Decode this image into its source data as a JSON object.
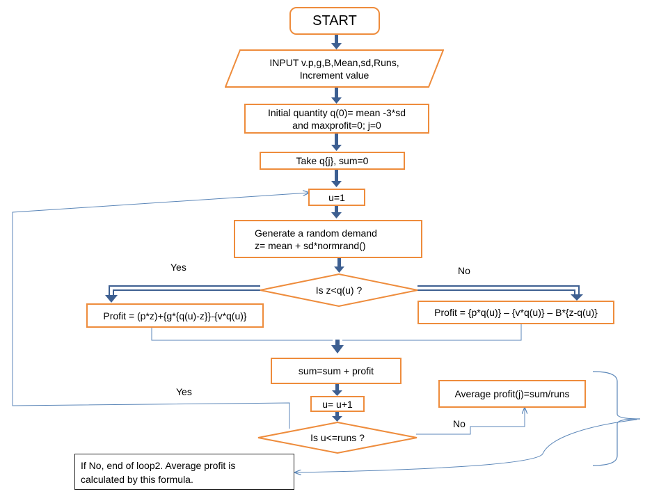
{
  "nodes": {
    "start": "START",
    "input_line1": "INPUT v.p,g,B,Mean,sd,Runs,",
    "input_line2": "Increment  value",
    "init_line1": "Initial quantity q(0)= mean -3*sd",
    "init_line2": "and maxprofit=0; j=0",
    "take_q": "Take q{j}, sum=0",
    "u_init": "u=1",
    "generate_line1": "Generate  a random demand",
    "generate_line2": "z= mean + sd*normrand()",
    "decision_z": "Is z<q(u)  ?",
    "profit_yes": "Profit = (p*z)+{g*{q(u)-z}}-{v*q(u)}",
    "profit_no": "Profit = {p*q(u)}  – {v*q(u)}  – B*{z-q(u)}",
    "sum_update": "sum=sum + profit",
    "u_increment": "u= u+1",
    "decision_u": "Is u<=runs  ?",
    "average": "Average profit(j)=sum/runs"
  },
  "labels": {
    "yes_top": "Yes",
    "no_top": "No",
    "yes_loop": "Yes",
    "no_bottom": "No"
  },
  "note": {
    "line1": "If No, end of loop2. Average profit is",
    "line2": "calculated  by this formula."
  },
  "colors": {
    "box_border": "#ee8c3c",
    "arrow": "#3d5f91",
    "thin_line": "#5b86b8",
    "brace": "#5b86b8"
  }
}
